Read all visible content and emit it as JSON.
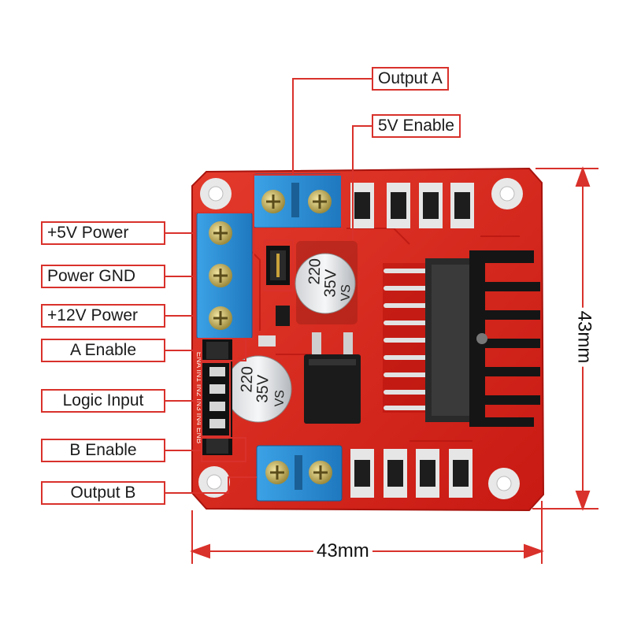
{
  "labels": {
    "output_a": "Output A",
    "enable_5v": "5V Enable",
    "power_5v": "+5V Power",
    "power_gnd": "Power GND",
    "power_12v": "+12V Power",
    "a_enable": "A Enable",
    "logic_input": "Logic Input",
    "b_enable": "B Enable",
    "output_b": "Output B"
  },
  "dimensions": {
    "width": "43mm",
    "height": "43mm"
  },
  "markings": {
    "capacitor_top": [
      "220",
      "35V",
      "VS"
    ],
    "capacitor_bottom": [
      "220",
      "35V",
      "VS"
    ],
    "header_pins": "ENA IN1 IN2 IN3 IN4 ENB"
  },
  "colors": {
    "pcb": "#d8231e",
    "callout": "#d9312b",
    "terminal": "#2b8fd6",
    "heatsink": "#151515"
  }
}
